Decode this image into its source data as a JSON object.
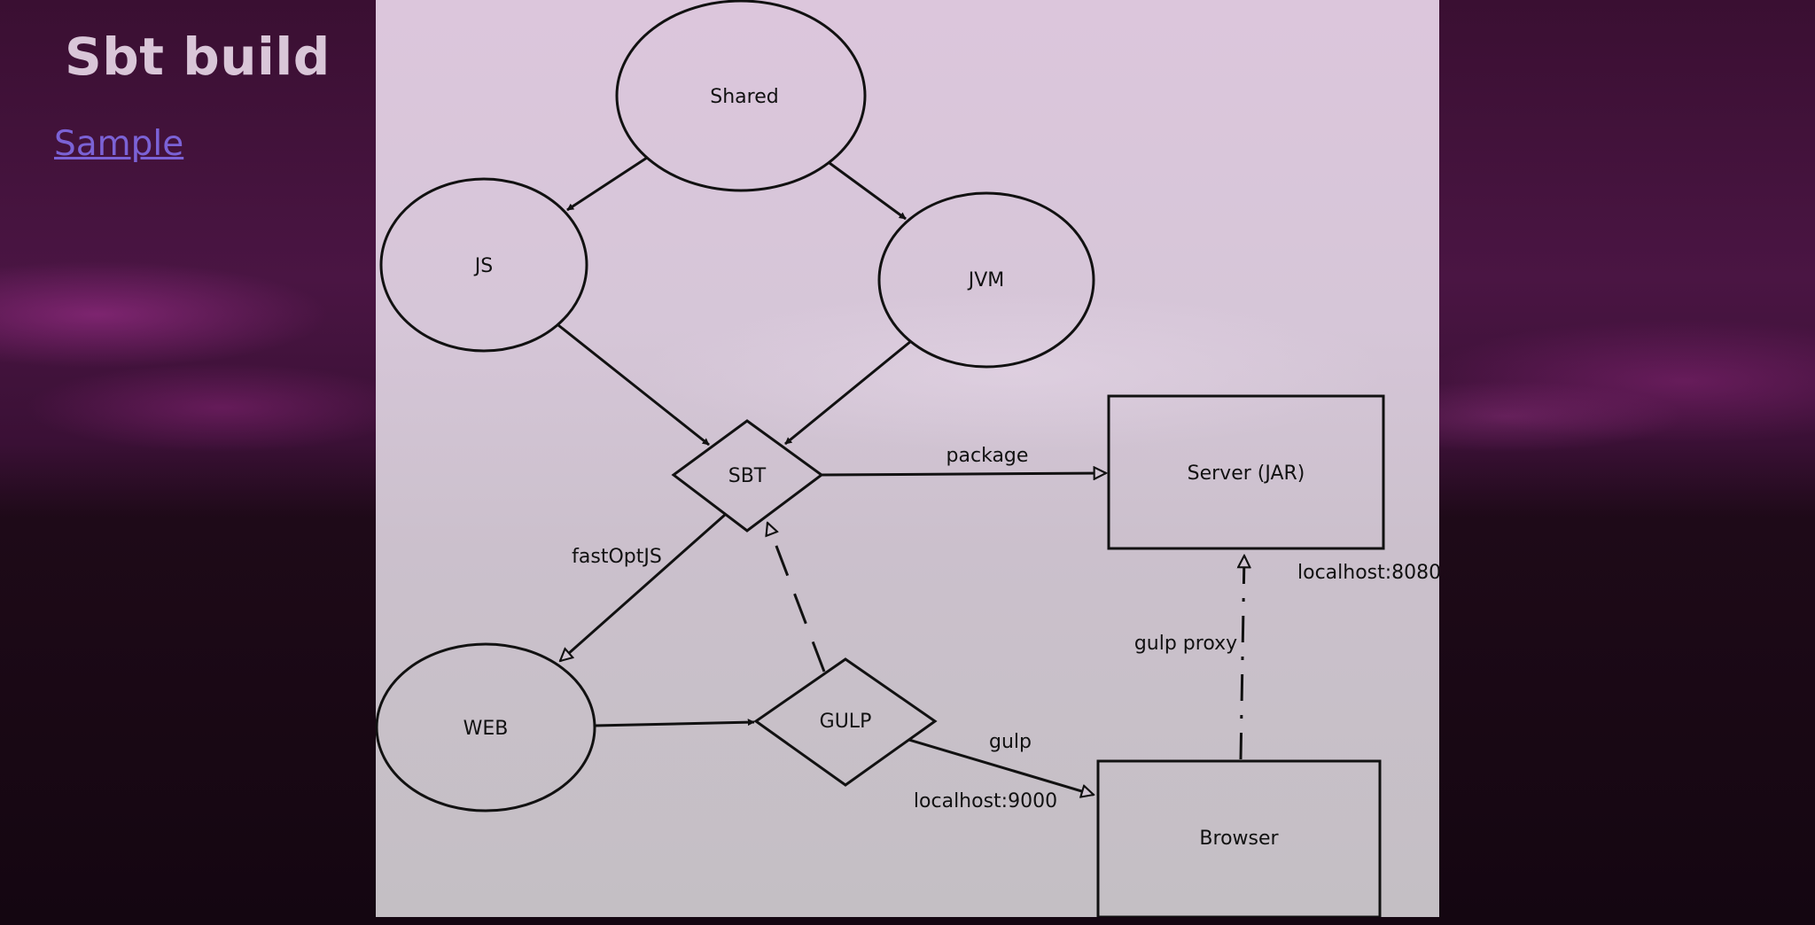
{
  "page": {
    "title": "Sbt build",
    "link_label": "Sample"
  },
  "diagram": {
    "nodes": {
      "shared": "Shared",
      "js": "JS",
      "jvm": "JVM",
      "sbt": "SBT",
      "server": "Server (JAR)",
      "web": "WEB",
      "gulp": "GULP",
      "browser": "Browser"
    },
    "edge_labels": {
      "package": "package",
      "fastoptjs": "fastOptJS",
      "localhost_8080": "localhost:8080",
      "gulp_proxy": "gulp proxy",
      "gulp": "gulp",
      "localhost_9000": "localhost:9000"
    }
  },
  "colors": {
    "title": "#d9c6d8",
    "link": "#7b62d6",
    "stroke": "#111111"
  }
}
